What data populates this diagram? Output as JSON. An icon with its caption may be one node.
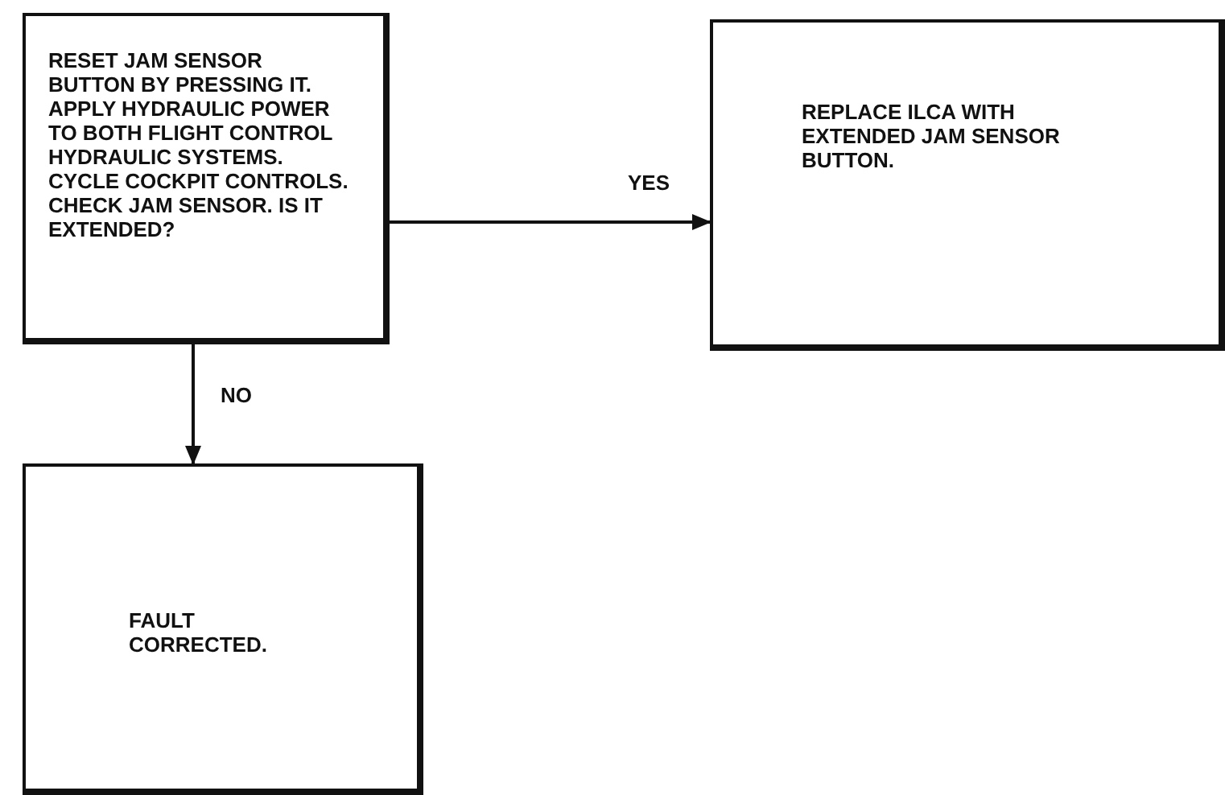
{
  "diagram": {
    "nodes": [
      {
        "text": [
          "RESET JAM SENSOR BUTTON BY PRESSING IT. APPLY HYDRAULIC POWER TO BOTH FLIGHT CONTROL HYDRAULIC SYSTEMS. CYCLE COCKPIT CONTROLS. CHECK JAM SENSOR. IS IT EXTENDED?"
        ]
      },
      {
        "text": [
          "REPLACE ILCA WITH EXTENDED JAM SENSOR BUTTON."
        ]
      },
      {
        "text": [
          "FAULT CORRECTED."
        ]
      }
    ],
    "edges": [
      {
        "from": 0,
        "to": 1,
        "arrow": "to",
        "label": "YES"
      },
      {
        "from": 0,
        "to": 2,
        "arrow": "to",
        "label": "NO"
      }
    ]
  }
}
